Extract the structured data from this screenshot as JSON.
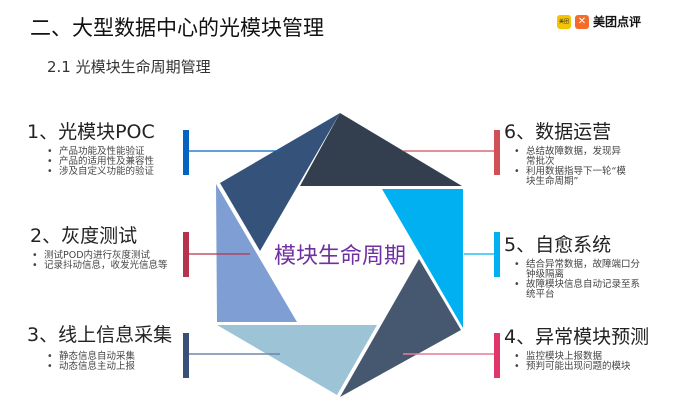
{
  "header": {
    "title": "二、大型数据中心的光模块管理",
    "subtitle": "2.1 光模块生命周期管理"
  },
  "logo": {
    "badge": "美团",
    "text": "美团点评"
  },
  "center_label": "模块生命周期",
  "stages": [
    {
      "title": "1、光模块POC",
      "bullets": [
        "产品功能及性能验证",
        "产品的适用性及兼容性",
        "涉及自定义功能的验证"
      ],
      "color": "#0563c1"
    },
    {
      "title": "2、灰度测试",
      "bullets": [
        "测试POD内进行灰度测试",
        "记录抖动信息，收发光信息等"
      ],
      "color": "#b5334d"
    },
    {
      "title": "3、线上信息采集",
      "bullets": [
        "静态信息自动采集",
        "动态信息主动上报"
      ],
      "color": "#3b5078"
    },
    {
      "title": "4、异常模块预测",
      "bullets": [
        "监控模块上报数据",
        "预判可能出现问题的模块"
      ],
      "color": "#e0366a"
    },
    {
      "title": "5、自愈系统",
      "bullets": [
        "结合异常数据，故障端口分钟级隔离",
        "故障模块信息自动记录至系统平台"
      ],
      "color": "#00b0f0"
    },
    {
      "title": "6、数据运营",
      "bullets": [
        "总结故障数据，发现异常批次",
        "利用数据指导下一轮“模块生命周期”"
      ],
      "color": "#d05058"
    }
  ]
}
